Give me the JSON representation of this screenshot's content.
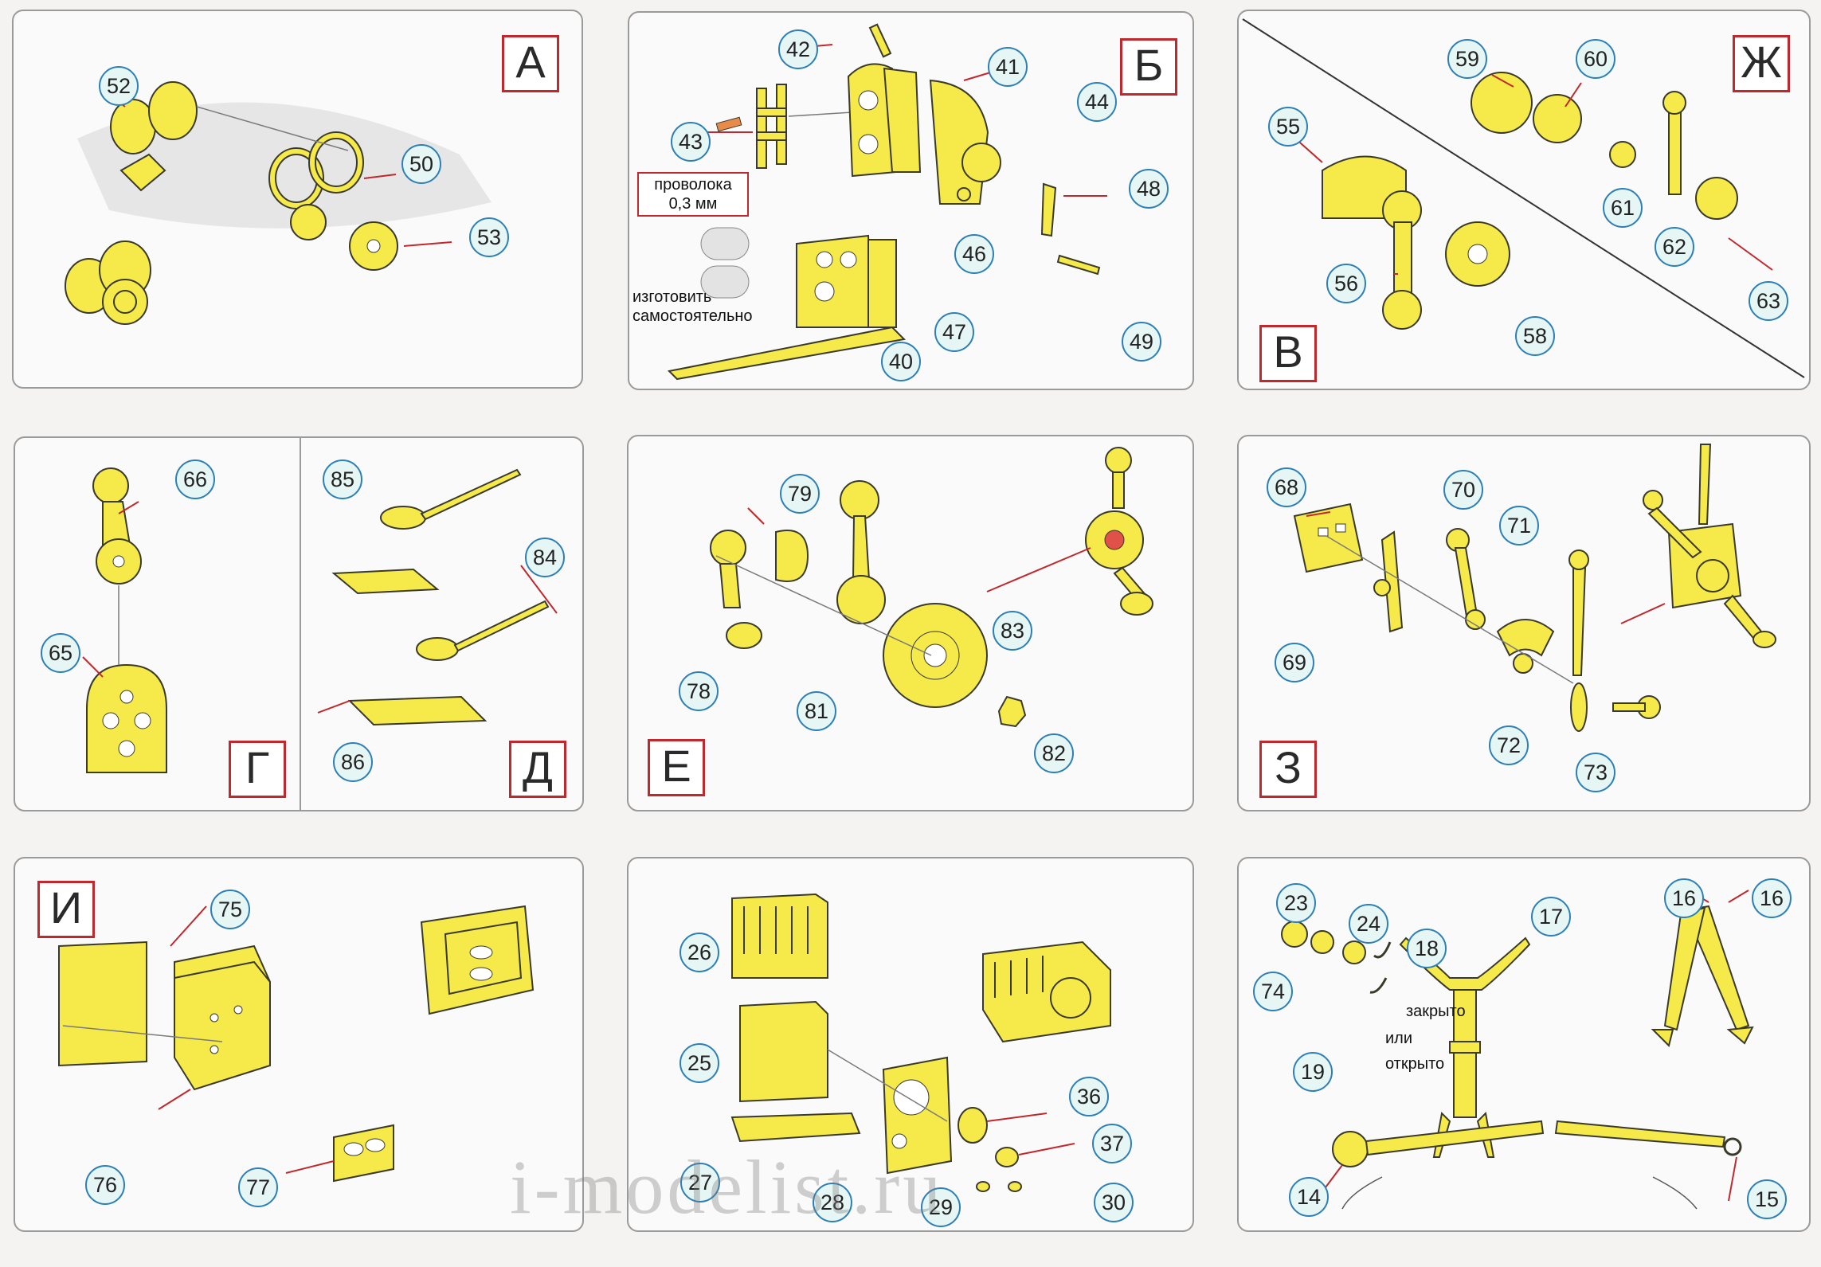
{
  "panels": [
    {
      "id": "A",
      "letter": "А",
      "parts": [
        "52",
        "50",
        "53"
      ]
    },
    {
      "id": "B",
      "letter": "Б",
      "parts": [
        "42",
        "41",
        "43",
        "44",
        "48",
        "46",
        "47",
        "40",
        "49"
      ],
      "notes": {
        "wire": "проволока 0,3 мм",
        "make": "изготовить самостоятельно"
      }
    },
    {
      "id": "Zh",
      "letter": "Ж",
      "parts": [
        "59",
        "60",
        "55",
        "61",
        "62",
        "56",
        "58",
        "63"
      ]
    },
    {
      "id": "V",
      "letter": "В"
    },
    {
      "id": "G",
      "letter": "Г",
      "parts": [
        "66",
        "65"
      ]
    },
    {
      "id": "D",
      "letter": "Д",
      "parts": [
        "85",
        "84",
        "86"
      ]
    },
    {
      "id": "E",
      "letter": "Е",
      "parts": [
        "79",
        "83",
        "78",
        "81",
        "82"
      ]
    },
    {
      "id": "Z",
      "letter": "З",
      "parts": [
        "68",
        "70",
        "71",
        "69",
        "72",
        "73"
      ]
    },
    {
      "id": "I",
      "letter": "И",
      "parts": [
        "75",
        "76",
        "77"
      ]
    },
    {
      "id": "K",
      "parts": [
        "26",
        "25",
        "36",
        "37",
        "27",
        "28",
        "29",
        "30"
      ]
    },
    {
      "id": "L",
      "parts": [
        "23",
        "24",
        "18",
        "17",
        "16a",
        "16b",
        "74",
        "19",
        "14",
        "15"
      ],
      "notes": {
        "closed": "закрыто",
        "or": "или",
        "open": "открыто"
      }
    }
  ],
  "watermark": "i-modelist.ru",
  "colors": {
    "part_fill": "#f6e94a",
    "label_border": "#2d7fb6",
    "letter_border": "#c0282d"
  }
}
